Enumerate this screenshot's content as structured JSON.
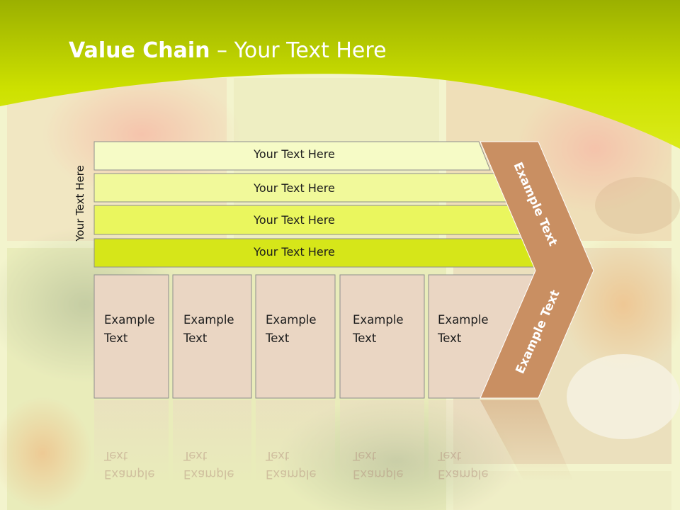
{
  "slide": {
    "title_bold": "Value Chain",
    "title_rest": " – Your Text Here",
    "vertical_label": "Your Text Here"
  },
  "bands": [
    {
      "label": "Your Text Here",
      "color": "#f6fbc6"
    },
    {
      "label": "Your Text Here",
      "color": "#f1f99a"
    },
    {
      "label": "Your Text Here",
      "color": "#eaf65e"
    },
    {
      "label": "Your Text Here",
      "color": "#d6e619"
    }
  ],
  "boxes": [
    {
      "line1": "Example",
      "line2": "Text"
    },
    {
      "line1": "Example",
      "line2": "Text"
    },
    {
      "line1": "Example",
      "line2": "Text"
    },
    {
      "line1": "Example",
      "line2": "Text"
    },
    {
      "line1": "Example",
      "line2": "Text"
    }
  ],
  "arrow": {
    "upper_label": "Example Text",
    "lower_label": "Example Text",
    "color": "#c98f62"
  },
  "colors": {
    "header_green": "#c6dc00",
    "box_fill": "#ead6c3",
    "box_stroke": "#8e8e8e"
  }
}
